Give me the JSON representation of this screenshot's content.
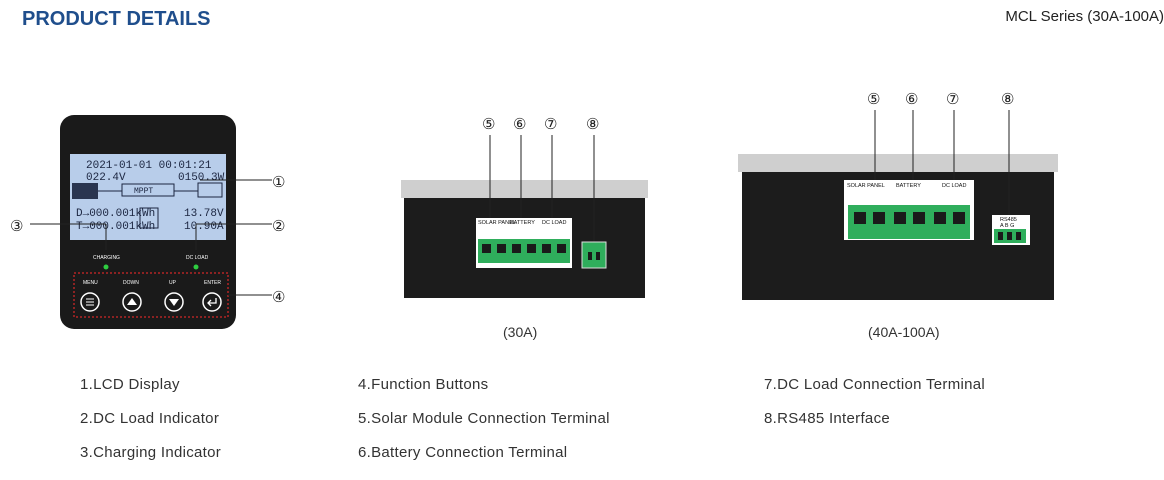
{
  "header": {
    "title": "PRODUCT DETAILS",
    "series": "MCL Series (30A-100A)"
  },
  "lcd_panel": {
    "date_time": "2021-01-01  00:01:21",
    "pv_voltage": "022.4V",
    "mode": "MPPT",
    "power": "0150.3W",
    "d_energy": "D→000.001kWh",
    "t_energy": "T→000.001kWh",
    "battery_voltage": "13.78V",
    "load_current": "10.90A",
    "charging_label": "CHARGING",
    "dc_load_label": "DC LOAD",
    "buttons": [
      "MENU",
      "DOWN",
      "UP",
      "ENTER"
    ]
  },
  "callouts": {
    "c1": "①",
    "c2": "②",
    "c3": "③",
    "c4": "④",
    "c5": "⑤",
    "c6": "⑥",
    "c7": "⑦",
    "c8": "⑧"
  },
  "terminals": {
    "solar": "SOLAR PANEL",
    "battery": "BATTERY",
    "dc_load": "DC LOAD",
    "rs485": "RS485",
    "rs485_pins": "A  B  G"
  },
  "captions": {
    "small": "(30A)",
    "large": "(40A-100A)"
  },
  "legend": [
    "1.LCD Display",
    "2.DC Load Indicator",
    "3.Charging Indicator",
    "4.Function Buttons",
    "5.Solar Module Connection Terminal",
    "6.Battery Connection Terminal",
    "7.DC Load Connection Terminal",
    "8.RS485 Interface"
  ]
}
